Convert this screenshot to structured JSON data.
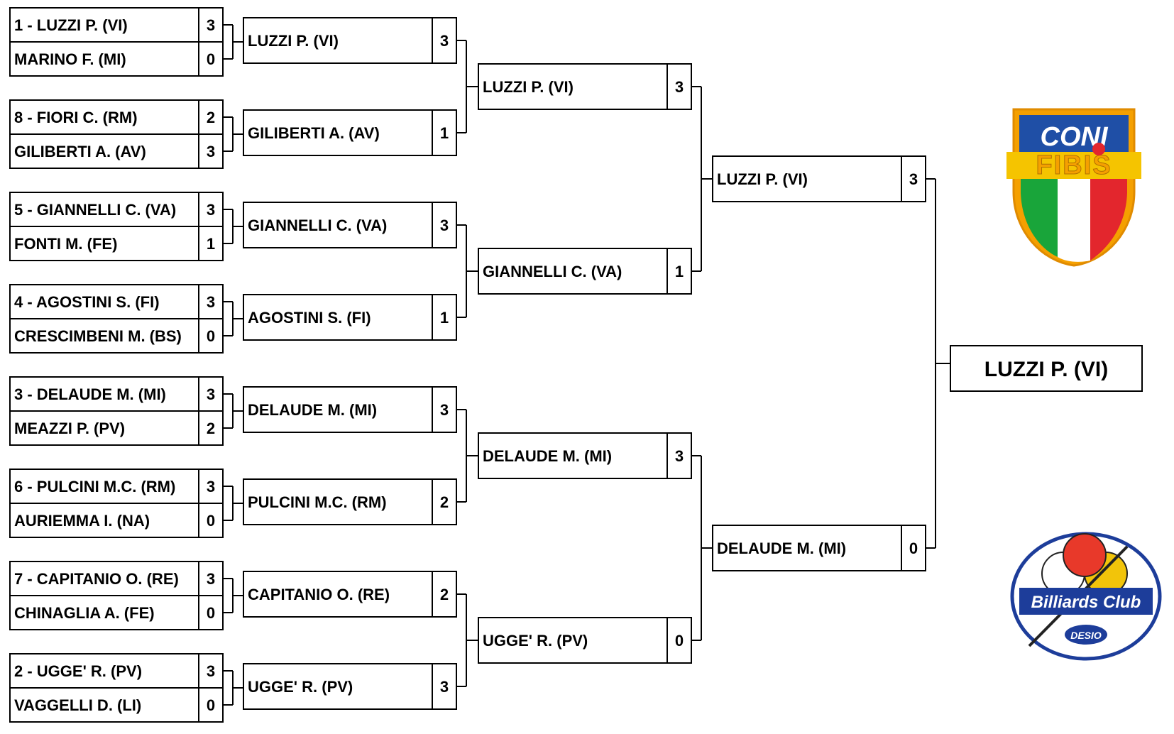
{
  "rounds": {
    "round1": [
      {
        "players": [
          {
            "name": "1 - LUZZI P. (VI)",
            "score": "3"
          },
          {
            "name": "MARINO F. (MI)",
            "score": "0"
          }
        ]
      },
      {
        "players": [
          {
            "name": "8 - FIORI C. (RM)",
            "score": "2"
          },
          {
            "name": "GILIBERTI A. (AV)",
            "score": "3"
          }
        ]
      },
      {
        "players": [
          {
            "name": "5 - GIANNELLI C. (VA)",
            "score": "3"
          },
          {
            "name": "FONTI M. (FE)",
            "score": "1"
          }
        ]
      },
      {
        "players": [
          {
            "name": "4 - AGOSTINI S. (FI)",
            "score": "3"
          },
          {
            "name": "CRESCIMBENI M. (BS)",
            "score": "0"
          }
        ]
      },
      {
        "players": [
          {
            "name": "3 - DELAUDE M. (MI)",
            "score": "3"
          },
          {
            "name": "MEAZZI P. (PV)",
            "score": "2"
          }
        ]
      },
      {
        "players": [
          {
            "name": "6 - PULCINI M.C. (RM)",
            "score": "3"
          },
          {
            "name": "AURIEMMA I. (NA)",
            "score": "0"
          }
        ]
      },
      {
        "players": [
          {
            "name": "7 - CAPITANIO O. (RE)",
            "score": "3"
          },
          {
            "name": "CHINAGLIA A. (FE)",
            "score": "0"
          }
        ]
      },
      {
        "players": [
          {
            "name": "2 - UGGE' R. (PV)",
            "score": "3"
          },
          {
            "name": "VAGGELLI D. (LI)",
            "score": "0"
          }
        ]
      }
    ],
    "round2": [
      {
        "name": "LUZZI P. (VI)",
        "score": "3"
      },
      {
        "name": "GILIBERTI A. (AV)",
        "score": "1"
      },
      {
        "name": "GIANNELLI C. (VA)",
        "score": "3"
      },
      {
        "name": "AGOSTINI S. (FI)",
        "score": "1"
      },
      {
        "name": "DELAUDE M. (MI)",
        "score": "3"
      },
      {
        "name": "PULCINI M.C. (RM)",
        "score": "2"
      },
      {
        "name": "CAPITANIO O. (RE)",
        "score": "2"
      },
      {
        "name": "UGGE' R. (PV)",
        "score": "3"
      }
    ],
    "round3": [
      {
        "name": "LUZZI P. (VI)",
        "score": "3"
      },
      {
        "name": "GIANNELLI C. (VA)",
        "score": "1"
      },
      {
        "name": "DELAUDE M. (MI)",
        "score": "3"
      },
      {
        "name": "UGGE' R. (PV)",
        "score": "0"
      }
    ],
    "round4": [
      {
        "name": "LUZZI P. (VI)",
        "score": "3"
      },
      {
        "name": "DELAUDE M. (MI)",
        "score": "0"
      }
    ]
  },
  "champion": "LUZZI P. (VI)",
  "logos": {
    "federation": {
      "top": "CONI",
      "word": "FIBIS"
    },
    "club": {
      "word": "Billiards Club",
      "town": "DESIO"
    }
  },
  "colors": {
    "line": "#000000",
    "italy_green": "#19a53a",
    "italy_red": "#e3262d",
    "coni_blue": "#1f4fa6",
    "fibis_yellow": "#f5c400",
    "club_blue": "#1d3d9a",
    "ball_red": "#e8392a",
    "ball_yellow": "#f2c40a"
  }
}
